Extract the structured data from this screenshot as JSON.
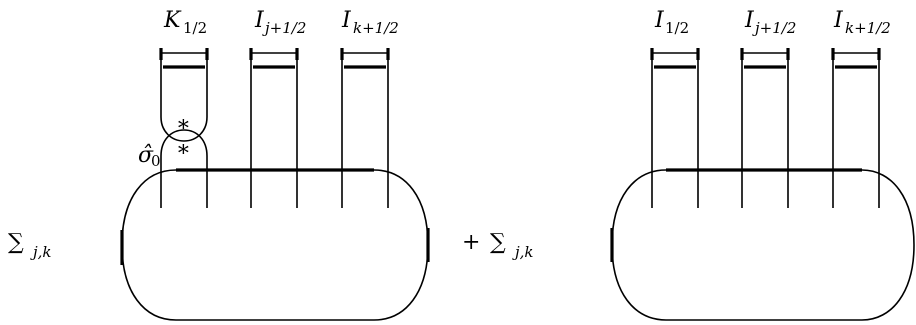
{
  "left_diagram": {
    "sum_symbol": "∑",
    "sum_index": "j,k",
    "labels": [
      {
        "main": "K",
        "sub": "1/2"
      },
      {
        "main": "I",
        "sub": "j+1/2"
      },
      {
        "main": "I",
        "sub": "k+1/2"
      }
    ],
    "sigma_symbol": "σ̂",
    "sigma_sub": "0",
    "star": "∗"
  },
  "operator": "+",
  "right_diagram": {
    "sum_symbol": "∑",
    "sum_index": "j,k",
    "labels": [
      {
        "main": "I",
        "sub": "1/2"
      },
      {
        "main": "I",
        "sub": "j+1/2"
      },
      {
        "main": "I",
        "sub": "k+1/2"
      }
    ]
  }
}
